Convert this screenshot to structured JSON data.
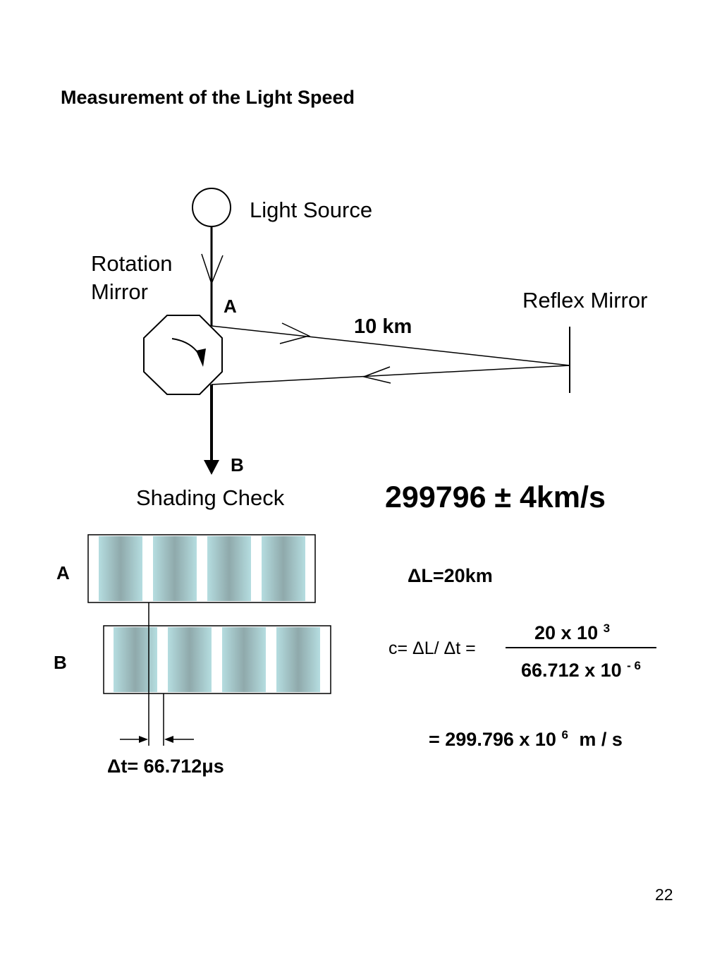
{
  "title": "Measurement of the Light Speed",
  "labels": {
    "light_source": "Light Source",
    "rotation_mirror_line1": "Rotation",
    "rotation_mirror_line2": "Mirror",
    "reflex_mirror": "Reflex Mirror",
    "distance": "10 km",
    "point_a": "A",
    "point_b": "B",
    "shading_check": "Shading Check",
    "pattern_a": "A",
    "pattern_b": "B"
  },
  "results": {
    "speed": "299796 ± 4km/s",
    "delta_l": "ΔL=20km",
    "formula_lhs": "c= ΔL/ Δt =",
    "numerator_base": "20 x 10",
    "numerator_exp": "3",
    "denominator_base": "66.712 x 10",
    "denominator_exp": "- 6",
    "result_prefix": "= 299.796 x 10",
    "result_exp": "6",
    "result_unit": "m / s",
    "delta_t": "Δt= 66.712μs"
  },
  "page_number": "22",
  "colors": {
    "stripe_center": "#8fa9ab",
    "stripe_edge": "#b5dde0",
    "line": "#000000"
  }
}
